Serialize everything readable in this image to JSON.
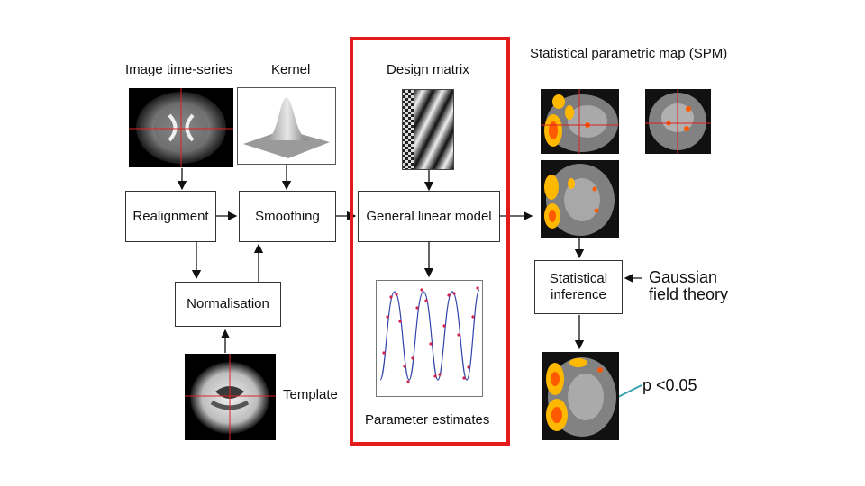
{
  "labels": {
    "image_time_series": "Image time-series",
    "kernel": "Kernel",
    "design_matrix": "Design matrix",
    "spm": "Statistical parametric map (SPM)",
    "template": "Template",
    "parameter_estimates": "Parameter estimates",
    "gaussian_line1": "Gaussian",
    "gaussian_line2": "field theory",
    "p_value": "p <0.05"
  },
  "boxes": {
    "realignment": "Realignment",
    "smoothing": "Smoothing",
    "glm": "General linear model",
    "normalisation": "Normalisation",
    "inference_line1": "Statistical",
    "inference_line2": "inference"
  },
  "colors": {
    "highlight": "#e31b1b",
    "arrow": "#111111",
    "pointer": "#3aa3b0",
    "activation": "#ffb800"
  }
}
